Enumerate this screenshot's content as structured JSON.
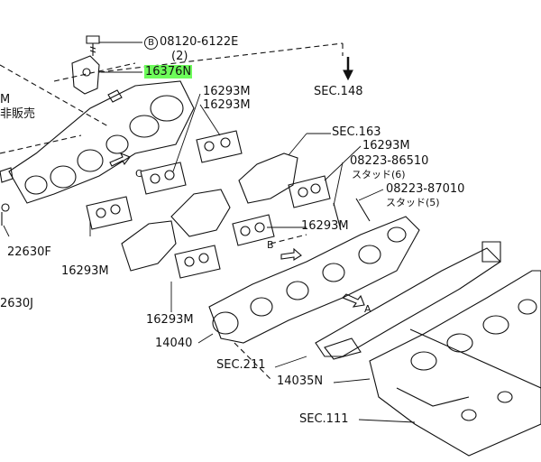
{
  "labels": {
    "bolt_part": "08120-6122E",
    "bolt_prefix": "B",
    "bolt_qty": "(2)",
    "highlighted_part": "16376N",
    "sec148": "SEC.148",
    "left_m": "M",
    "left_jp": "非販売",
    "g16293_a": "16293M",
    "g16293_b": "16293M",
    "sec163": "SEC.163",
    "g16293_c": "16293M",
    "stud1_part": "08223-86510",
    "stud1_name": "スタッド(6)",
    "stud2_part": "08223-87010",
    "stud2_name": "スタッド(5)",
    "g16293_d": "16293M",
    "letter_b": "B",
    "letter_c": "C",
    "letter_a": "A",
    "p22630f": "22630F",
    "g16293_e": "16293M",
    "p22630j": "2630J",
    "g16293_f": "16293M",
    "p14040": "14040",
    "sec211": "SEC.211",
    "p14035n": "14035N",
    "sec111": "SEC.111"
  },
  "colors": {
    "highlight": "#6dfc5a",
    "ink": "#111111"
  }
}
